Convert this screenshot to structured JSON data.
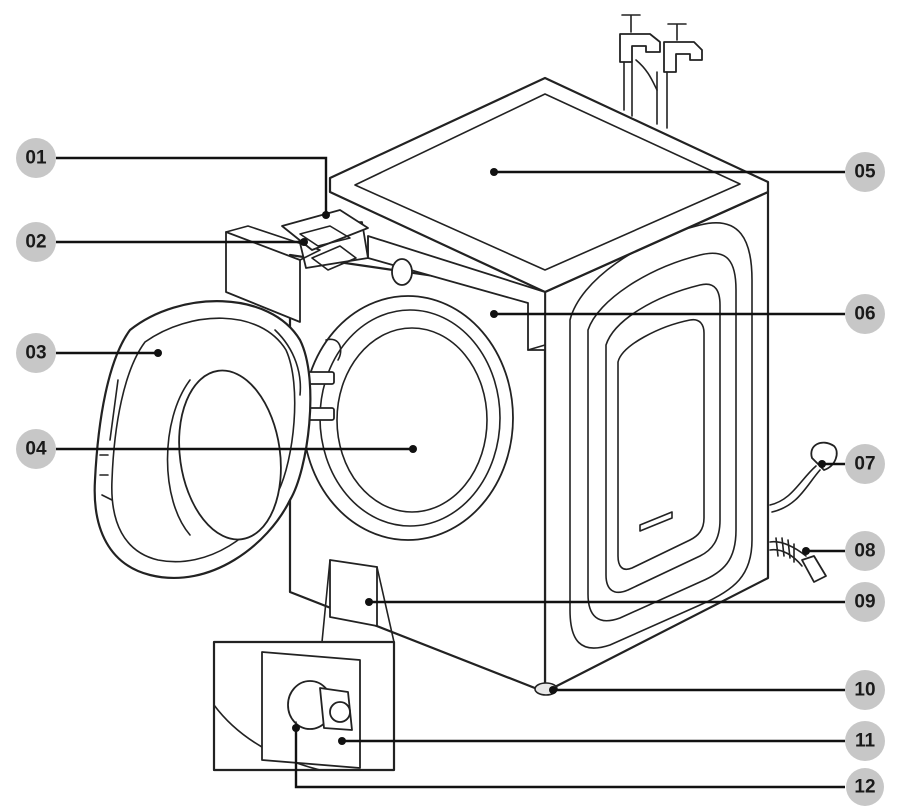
{
  "callouts": [
    {
      "label": "01",
      "part": "detergent-drawer-compartment"
    },
    {
      "label": "02",
      "part": "detergent-drawer"
    },
    {
      "label": "03",
      "part": "door"
    },
    {
      "label": "04",
      "part": "drum"
    },
    {
      "label": "05",
      "part": "worktop"
    },
    {
      "label": "06",
      "part": "control-panel"
    },
    {
      "label": "07",
      "part": "drain-hose"
    },
    {
      "label": "08",
      "part": "water-supply-hose"
    },
    {
      "label": "09",
      "part": "filter-cover"
    },
    {
      "label": "10",
      "part": "leveling-foot"
    },
    {
      "label": "11",
      "part": "debris-filter"
    },
    {
      "label": "12",
      "part": "emergency-drain-tube"
    }
  ]
}
